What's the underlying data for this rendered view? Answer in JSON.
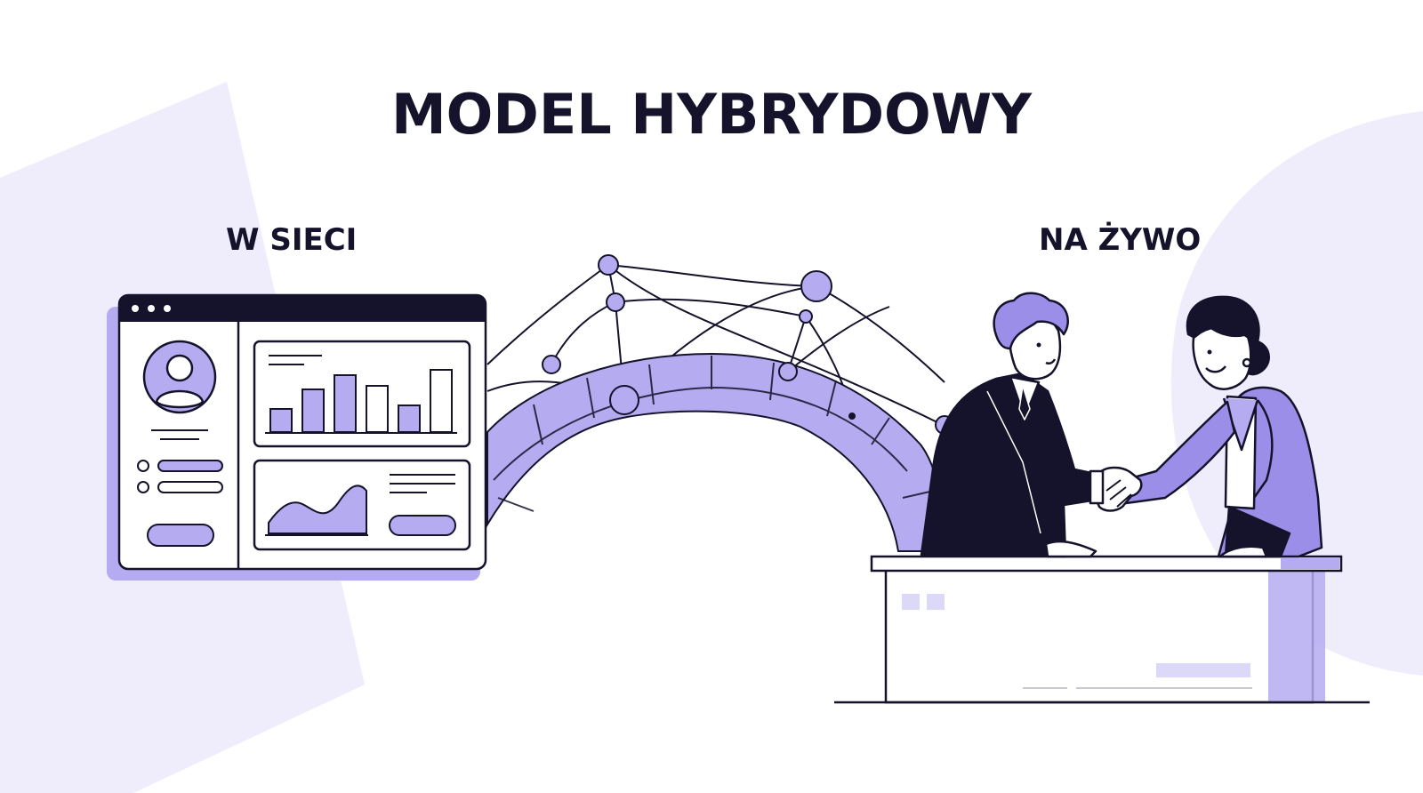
{
  "title": "MODEL HYBRYDOWY",
  "labels": {
    "left": "W SIECI",
    "right": "NA ŻYWO"
  },
  "colors": {
    "accent": "#9b8ee8",
    "accent_light": "#b4abf0",
    "background_shape": "#efedfc",
    "ink": "#14132b",
    "white": "#ffffff"
  },
  "icons": {
    "dashboard": "browser-dashboard-icon",
    "network": "network-nodes-icon",
    "bridge": "stone-arch-bridge-icon",
    "handshake": "handshake-icon"
  }
}
